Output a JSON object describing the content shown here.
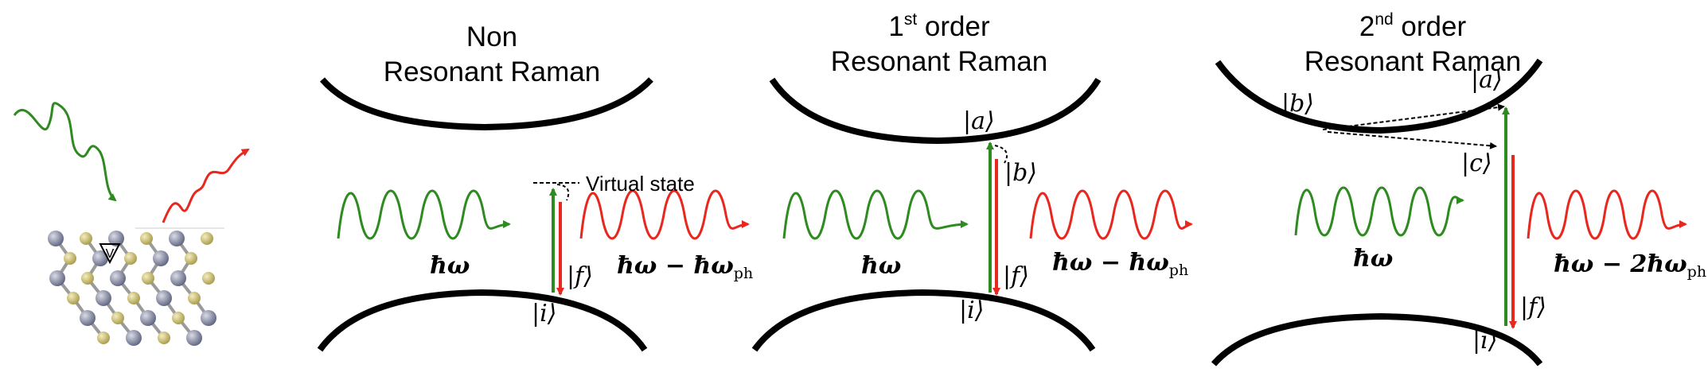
{
  "panels": [
    {
      "title_line1": "Non",
      "title_line2": "Resonant Raman",
      "incident_label": "ħω",
      "scattered_label": "ħω − ħω",
      "scattered_sub": "ph",
      "state_i": "|i⟩",
      "state_f": "|f⟩",
      "virtual_label": "Virtual state"
    },
    {
      "title_line1_base": "1",
      "title_line1_sup": "st",
      "title_line1_rest": " order",
      "title_line2": "Resonant Raman",
      "incident_label": "ħω",
      "scattered_label": "ħω − ħω",
      "scattered_sub": "ph",
      "state_a": "|a⟩",
      "state_b": "|b⟩",
      "state_i": "|i⟩",
      "state_f": "|f⟩"
    },
    {
      "title_line1_base": "2",
      "title_line1_sup": "nd",
      "title_line1_rest": " order",
      "title_line2": "Resonant Raman",
      "incident_label": "ħω",
      "scattered_label": "ħω − 2ħω",
      "scattered_sub": "ph",
      "state_a": "|a⟩",
      "state_b": "|b⟩",
      "state_c": "|c⟩",
      "state_i": "|i⟩",
      "state_f": "|f⟩"
    }
  ],
  "lattice": {
    "vacancy_label": "V"
  },
  "colors": {
    "incident": "#2e8b20",
    "scattered": "#e8271e",
    "metal_atom": "#8e93ac",
    "chalcogen_atom": "#cfc47a",
    "band": "#000000"
  }
}
